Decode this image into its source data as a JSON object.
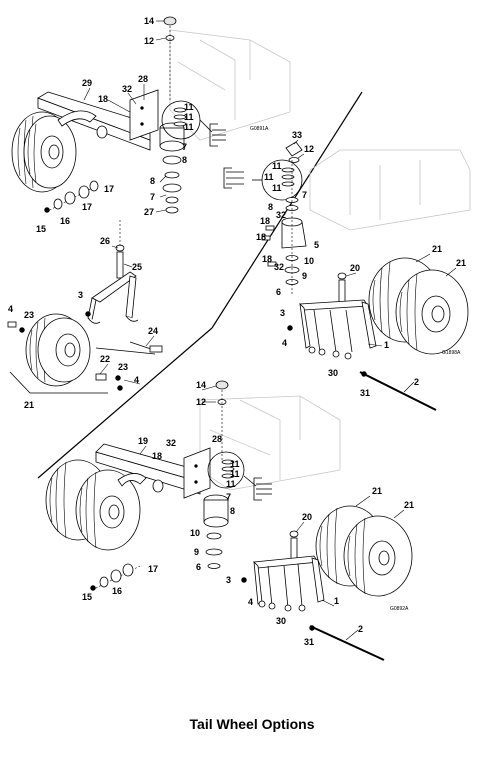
{
  "caption": "Tail Wheel Options",
  "figure_codes": {
    "top_left": "G0891A",
    "right": "G1898A",
    "bottom": "G0892A"
  },
  "callouts": {
    "tl": [
      "14",
      "12",
      "29",
      "28",
      "32",
      "18",
      "11",
      "11",
      "11",
      "7",
      "8",
      "8",
      "7",
      "27",
      "17",
      "17",
      "16",
      "15",
      "26",
      "25",
      "3",
      "4",
      "23",
      "24",
      "22",
      "23",
      "4",
      "21"
    ],
    "r": [
      "33",
      "12",
      "11",
      "11",
      "11",
      "7",
      "8",
      "18",
      "32",
      "18",
      "18",
      "32",
      "5",
      "10",
      "9",
      "6",
      "20",
      "21",
      "21",
      "3",
      "4",
      "30",
      "31",
      "1",
      "2"
    ],
    "b": [
      "14",
      "12",
      "19",
      "28",
      "32",
      "18",
      "11",
      "11",
      "11",
      "7",
      "8",
      "10",
      "9",
      "6",
      "17",
      "16",
      "15",
      "21",
      "21",
      "20",
      "3",
      "4",
      "30",
      "31",
      "1",
      "2"
    ]
  }
}
